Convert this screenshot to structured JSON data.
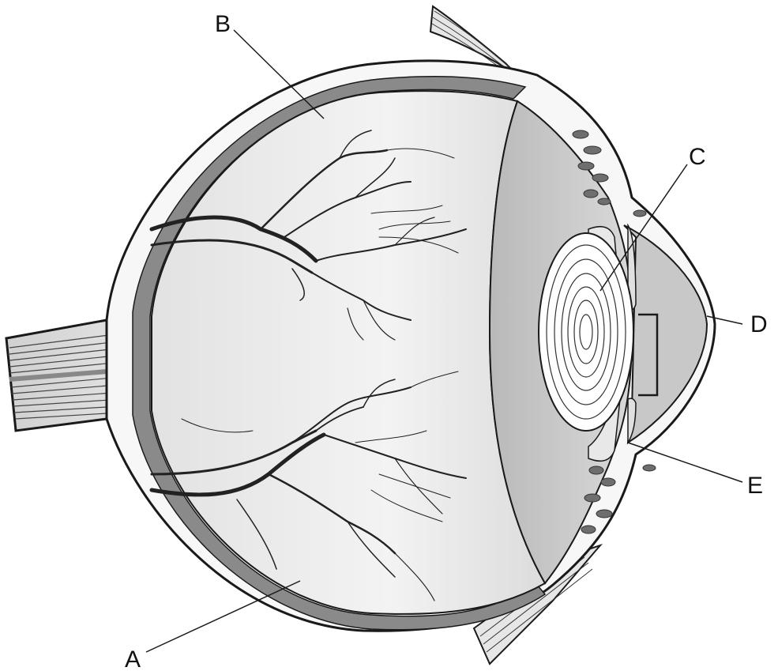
{
  "labels": {
    "a": "A",
    "b": "B",
    "c": "C",
    "d": "D",
    "e": "E"
  },
  "colors": {
    "outline": "#1a1a1a",
    "choroid": "#8a8a8a",
    "vitreous": "#e4e4e4",
    "muscle": "#6e6e6e",
    "lens": "#ffffff",
    "anterior_chamber": "#c8c8c8"
  }
}
